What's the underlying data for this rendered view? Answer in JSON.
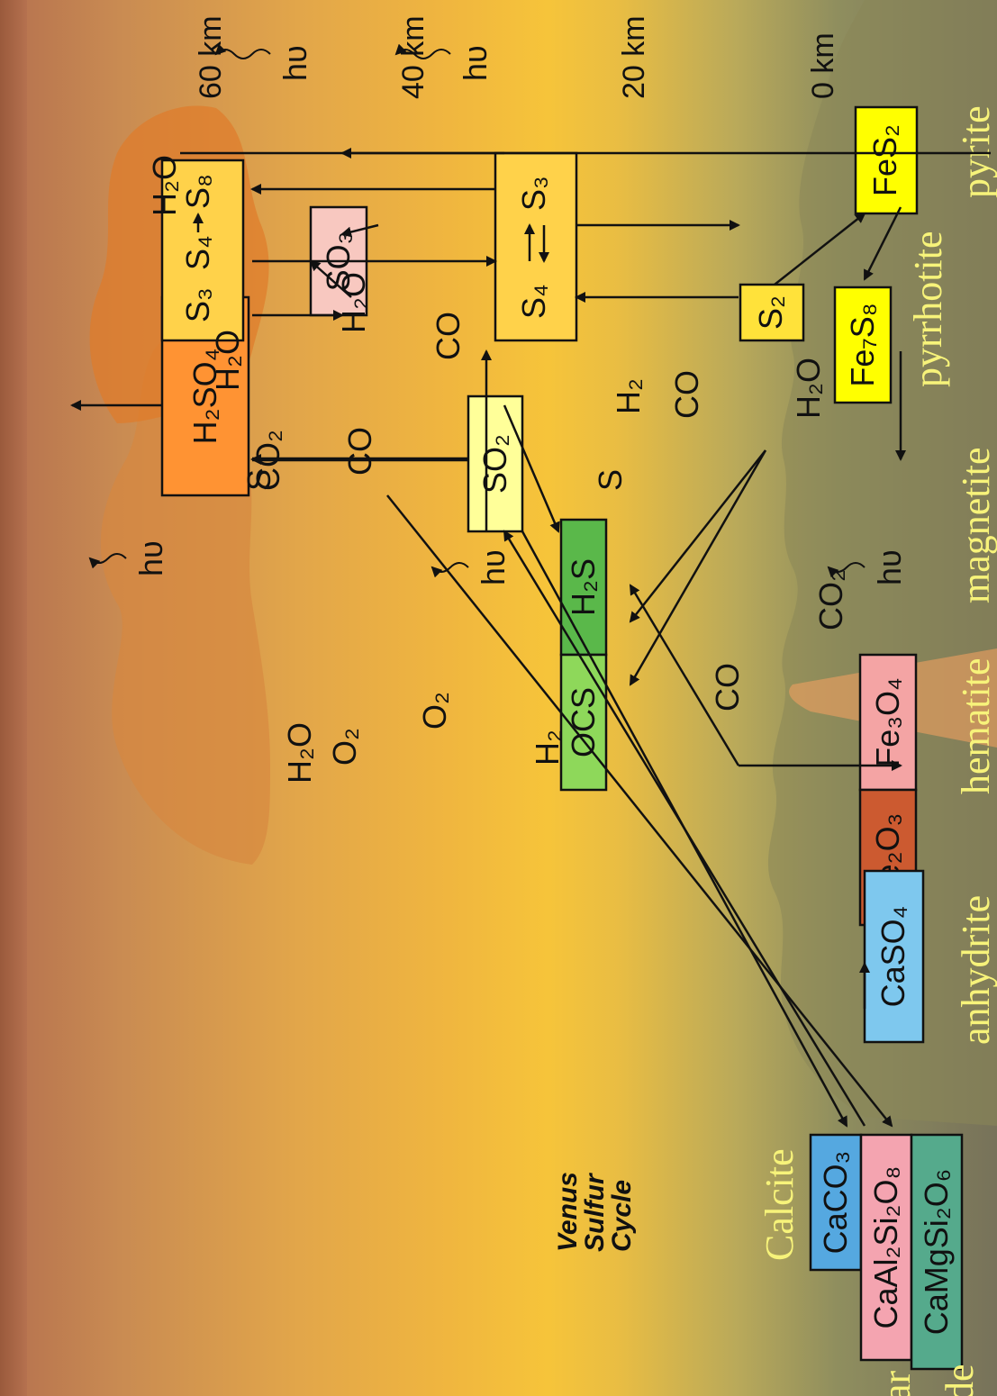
{
  "title": {
    "line1": "Venus",
    "line2": "Sulfur",
    "line3": "Cycle"
  },
  "altitudes": [
    "60 km",
    "40 km",
    "20 km",
    "0 km"
  ],
  "boxes": {
    "h2so4": "H₂SO₄",
    "so2": "SO₂",
    "so3": "SO₃",
    "s3": "S₃",
    "s4": "S₄",
    "s8": "S₈",
    "s4_mid": "S₄",
    "s3_mid": "S₃",
    "s2": "S₂",
    "fes2": "FeS₂",
    "fe7s8": "Fe₇S₈",
    "h2s": "H₂S",
    "ocs": "OCS",
    "fe3o4": "Fe₃O₄",
    "fe2o3": "Fe₂O₃",
    "caso4": "CaSO₄",
    "caco3": "CaCO₃",
    "caal2si2o8": "CaAl₂Si₂O₈",
    "camgsi2o6": "CaMgSi₂O₆"
  },
  "species": {
    "h2o": "H₂O",
    "o2": "O₂",
    "co": "CO",
    "co2": "CO₂",
    "h2": "H₂",
    "s": "S",
    "hv": "hυ"
  },
  "minerals": {
    "anhydrite": "anhydrite",
    "hematite": "hematite",
    "magnetite": "magnetite",
    "pyrrhotite": "pyrrhotite",
    "pyrite": "pyrite",
    "calcite": "Calcite",
    "partial_1": "ar",
    "partial_2": "de"
  },
  "colors": {
    "h2so4": "#ff9333",
    "so2": "#ffff99",
    "so3": "#f8c8c0",
    "sulfur_box": "#ffd24a",
    "fes2": "#ffff00",
    "h2s": "#5ab84a",
    "ocs": "#8ed85a",
    "fe3o4": "#f4a4a4",
    "fe2o3": "#cc5a30",
    "caso4": "#7ec8ee",
    "caco3": "#55a8e0",
    "caal2si2o8": "#f4a4b0",
    "camgsi2o6": "#55aa8c",
    "mineral_text": "#f7f37a"
  }
}
